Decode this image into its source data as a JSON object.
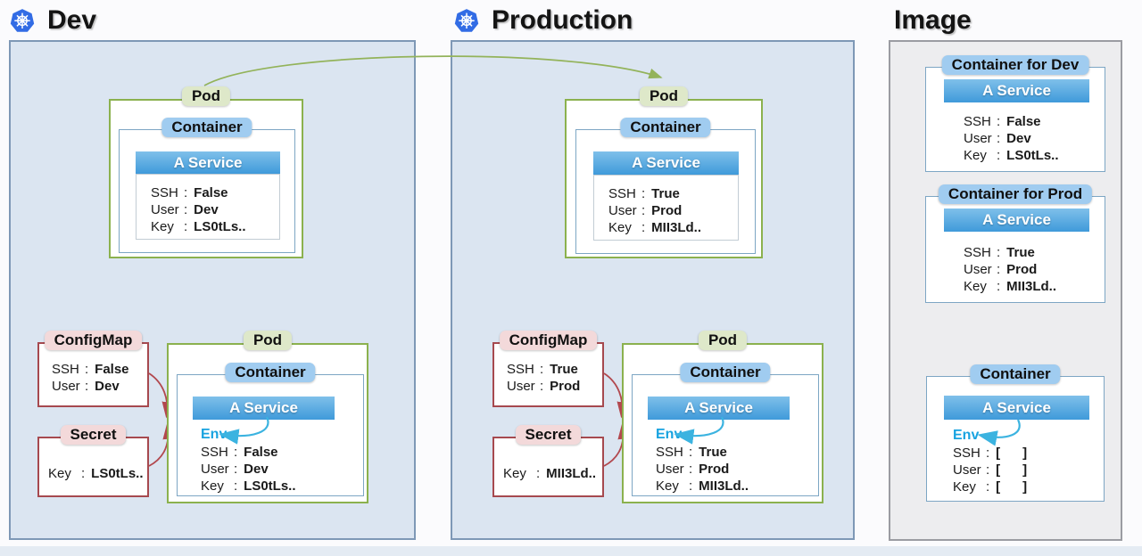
{
  "headers": {
    "dev": "Dev",
    "production": "Production",
    "image": "Image"
  },
  "labels": {
    "pod": "Pod",
    "container": "Container",
    "service": "A Service",
    "configmap": "ConfigMap",
    "secret": "Secret",
    "env": "Env",
    "container_for_dev": "Container for Dev",
    "container_for_prod": "Container for Prod",
    "colon": ":"
  },
  "dev": {
    "top_pod_rows": [
      {
        "k": "SSH",
        "v": "False"
      },
      {
        "k": "User",
        "v": "Dev"
      },
      {
        "k": "Key",
        "v": "LS0tLs.."
      }
    ],
    "configmap_rows": [
      {
        "k": "SSH",
        "v": "False"
      },
      {
        "k": "User",
        "v": "Dev"
      }
    ],
    "secret_rows": [
      {
        "k": "Key",
        "v": "LS0tLs.."
      }
    ],
    "bottom_pod_rows": [
      {
        "k": "SSH",
        "v": "False"
      },
      {
        "k": "User",
        "v": "Dev"
      },
      {
        "k": "Key",
        "v": "LS0tLs.."
      }
    ]
  },
  "production": {
    "top_pod_rows": [
      {
        "k": "SSH",
        "v": "True"
      },
      {
        "k": "User",
        "v": "Prod"
      },
      {
        "k": "Key",
        "v": "MII3Ld.."
      }
    ],
    "configmap_rows": [
      {
        "k": "SSH",
        "v": "True"
      },
      {
        "k": "User",
        "v": "Prod"
      }
    ],
    "secret_rows": [
      {
        "k": "Key",
        "v": "MII3Ld.."
      }
    ],
    "bottom_pod_rows": [
      {
        "k": "SSH",
        "v": "True"
      },
      {
        "k": "User",
        "v": "Prod"
      },
      {
        "k": "Key",
        "v": "MII3Ld.."
      }
    ]
  },
  "image_panel": {
    "dev_rows": [
      {
        "k": "SSH",
        "v": "False"
      },
      {
        "k": "User",
        "v": "Dev"
      },
      {
        "k": "Key",
        "v": "LS0tLs.."
      }
    ],
    "prod_rows": [
      {
        "k": "SSH",
        "v": "True"
      },
      {
        "k": "User",
        "v": "Prod"
      },
      {
        "k": "Key",
        "v": "MII3Ld.."
      }
    ],
    "env_rows": [
      {
        "k": "SSH",
        "v": "[      ]"
      },
      {
        "k": "User",
        "v": "[      ]"
      },
      {
        "k": "Key",
        "v": "[      ]"
      }
    ]
  },
  "icons": {
    "kubernetes": "kubernetes-wheel-logo"
  },
  "colors": {
    "panel_bg": "#dbe5f1",
    "panel_border": "#7e98b6",
    "image_panel_bg": "#ededef",
    "image_panel_border": "#9b9ca2",
    "pod_label_bg": "#dee8c9",
    "pod_border": "#8bb14e",
    "container_label_bg": "#a0ccf0",
    "container_border": "#7da6c4",
    "service_top": "#7fc0ea",
    "service_bottom": "#3f9ada",
    "config_label_bg": "#f3d9da",
    "config_border": "#a6494f",
    "arrow_green": "#93b35a",
    "arrow_red": "#b2484e",
    "arrow_cyan": "#3bb3e0",
    "env_text": "#18a3e0",
    "k8s_blue": "#326ce5"
  }
}
